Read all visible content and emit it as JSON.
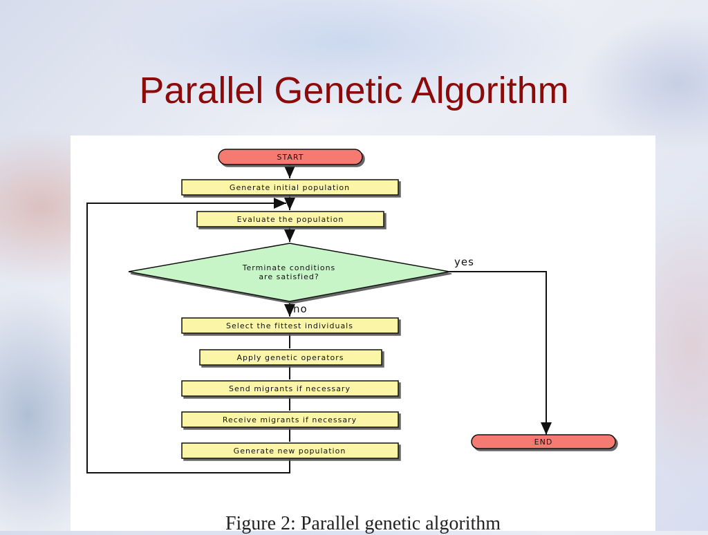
{
  "slide": {
    "title": "Parallel Genetic Algorithm"
  },
  "figure": {
    "caption": "Figure 2: Parallel genetic algorithm",
    "nodes": {
      "start": "START",
      "generate_initial": "Generate initial population",
      "evaluate": "Evaluate the population",
      "decision_line1": "Terminate conditions",
      "decision_line2": "are satisfied?",
      "select_fittest": "Select the fittest individuals",
      "apply_operators": "Apply genetic operators",
      "send_migrants": "Send migrants if necessary",
      "receive_migrants": "Receive migrants if necessary",
      "generate_new": "Generate new population",
      "end": "END"
    },
    "branches": {
      "yes": "yes",
      "no": "no"
    },
    "colors": {
      "terminal_fill": "#f47a72",
      "process_fill": "#fbf5a8",
      "decision_fill": "#c8f5c8",
      "title_color": "#8b0a0a"
    }
  }
}
